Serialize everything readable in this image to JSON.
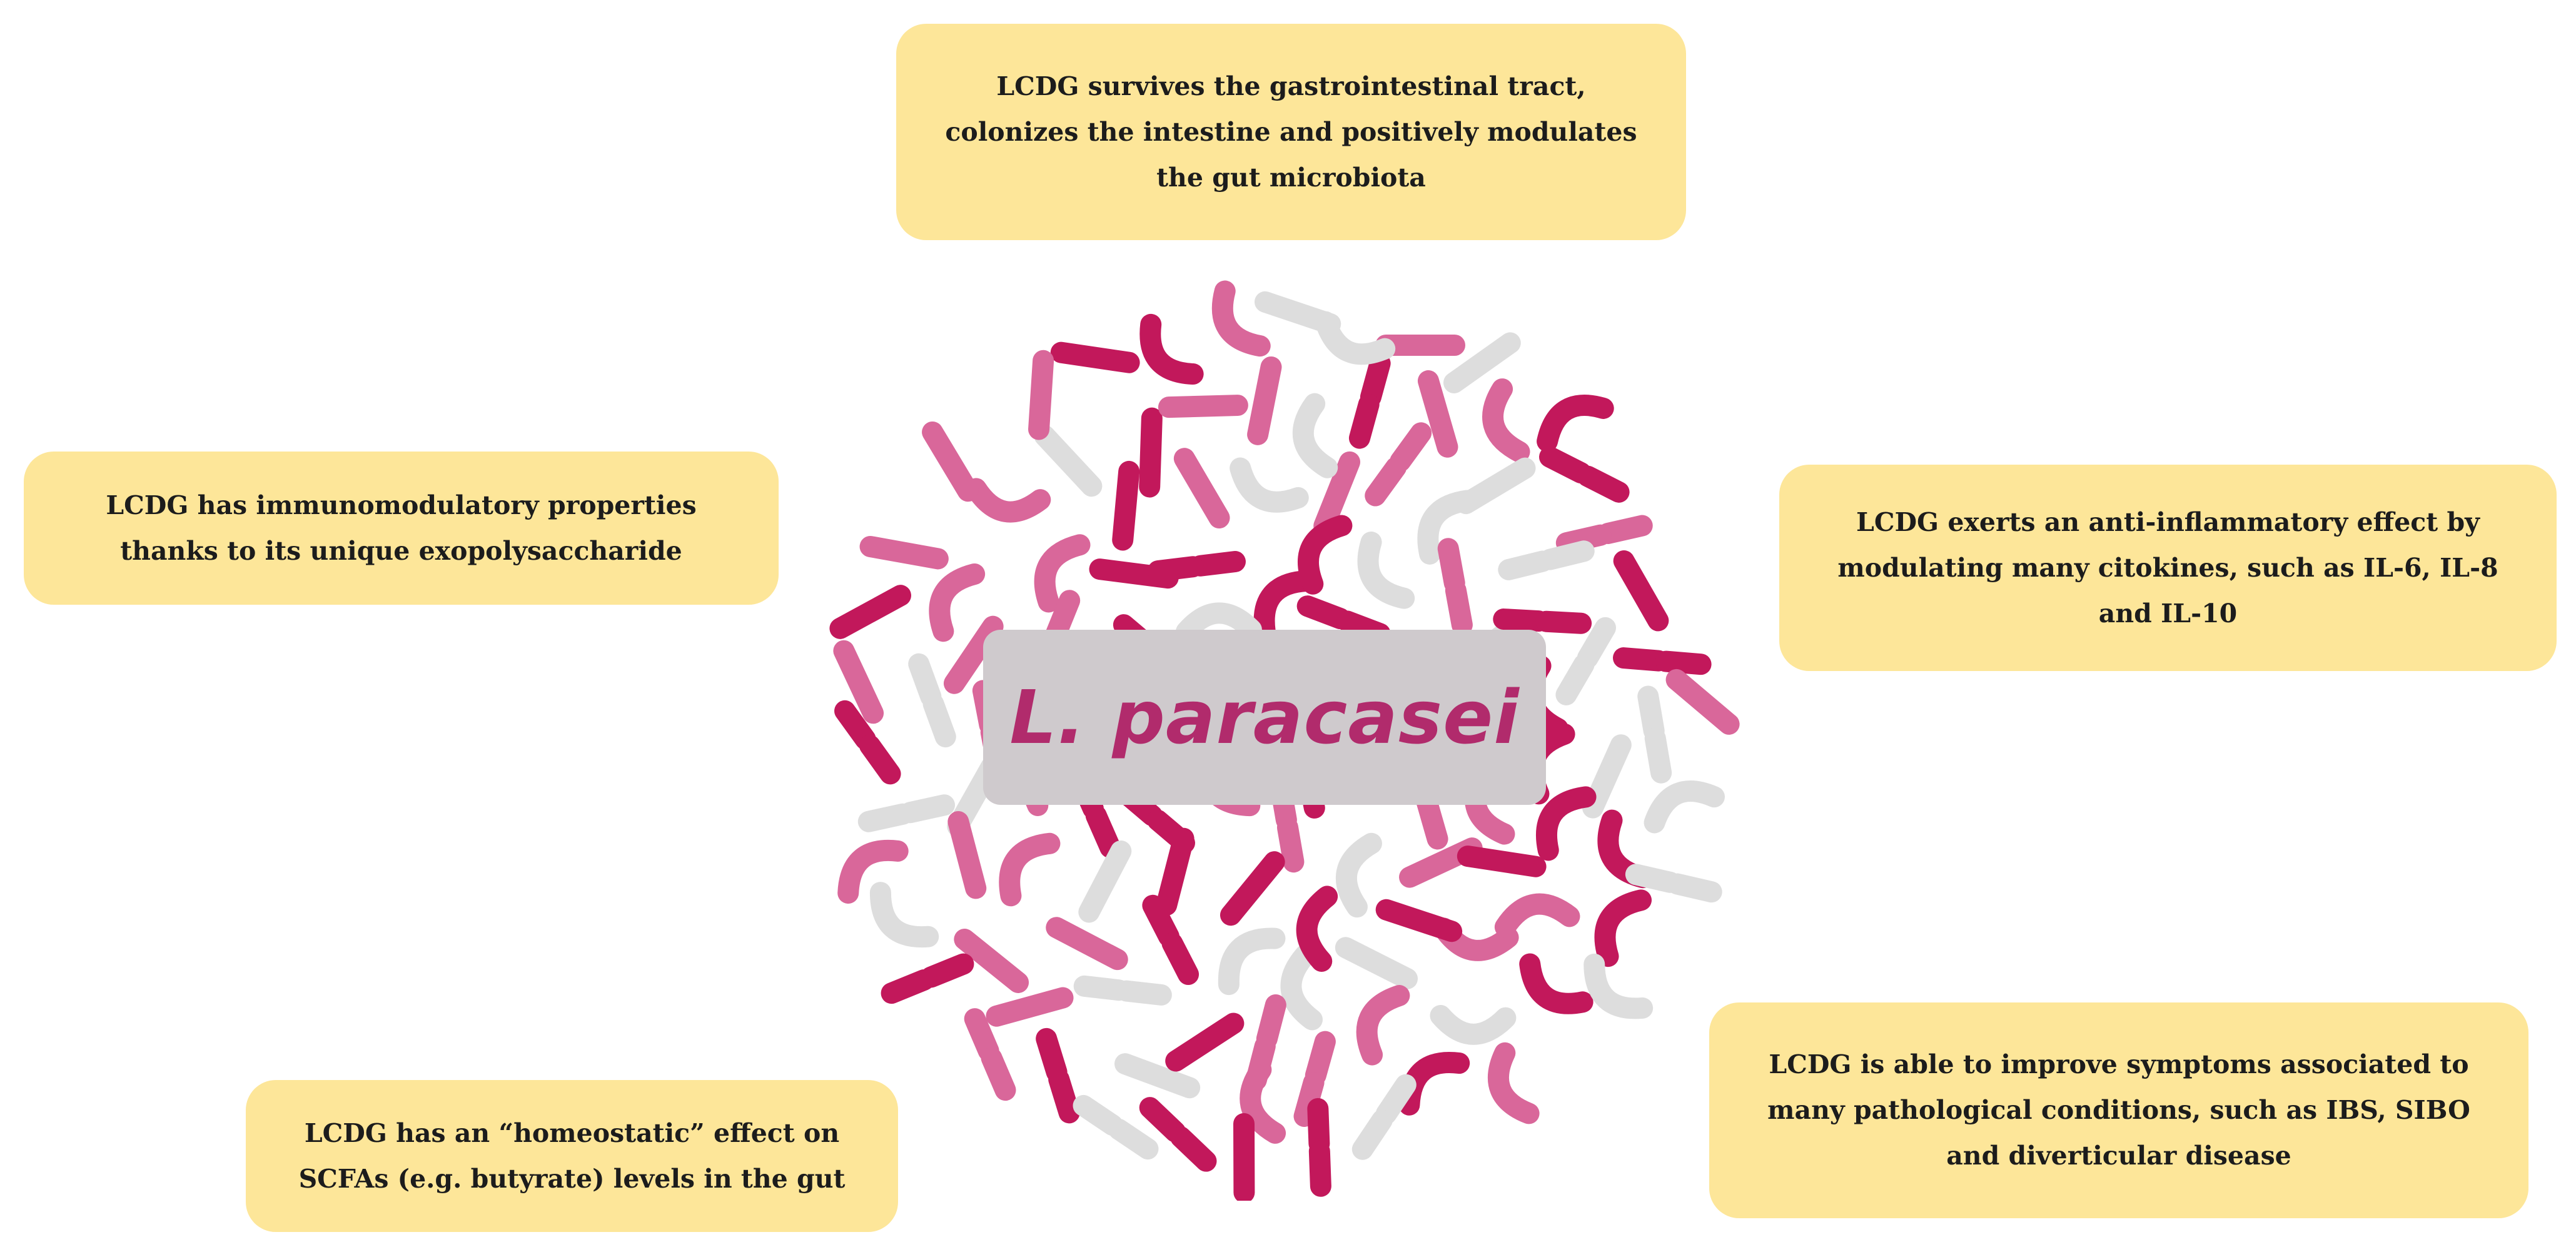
{
  "center": {
    "label": "L. paracasei"
  },
  "boxes": {
    "top": {
      "lines": [
        "LCDG survives the gastrointestinal tract,",
        "colonizes the intestine and positively modulates",
        "the gut microbiota"
      ]
    },
    "left": {
      "lines": [
        "LCDG has immunomodulatory properties",
        "thanks to its unique exopolysaccharide"
      ]
    },
    "right": {
      "lines": [
        "LCDG exerts an anti-inflammatory effect by",
        "modulating many citokines, such as IL-6, IL-8",
        "and IL-10"
      ]
    },
    "bottom_right": {
      "lines": [
        "LCDG is able to improve symptoms associated to",
        "many pathological conditions, such as IBS, SIBO",
        "and diverticular disease"
      ]
    },
    "bottom_left": {
      "lines": [
        "LCDG has an “homeostatic” effect on",
        "SCFAs (e.g. butyrate) levels in the gut"
      ]
    }
  },
  "colors": {
    "box_fill": "#fde699",
    "label_fill": "#cfcacd",
    "label_text": "#b12b6c",
    "bacteria_dark": "#c2185b",
    "bacteria_light": "#d9679a",
    "bacteria_grey": "#dddddd"
  }
}
